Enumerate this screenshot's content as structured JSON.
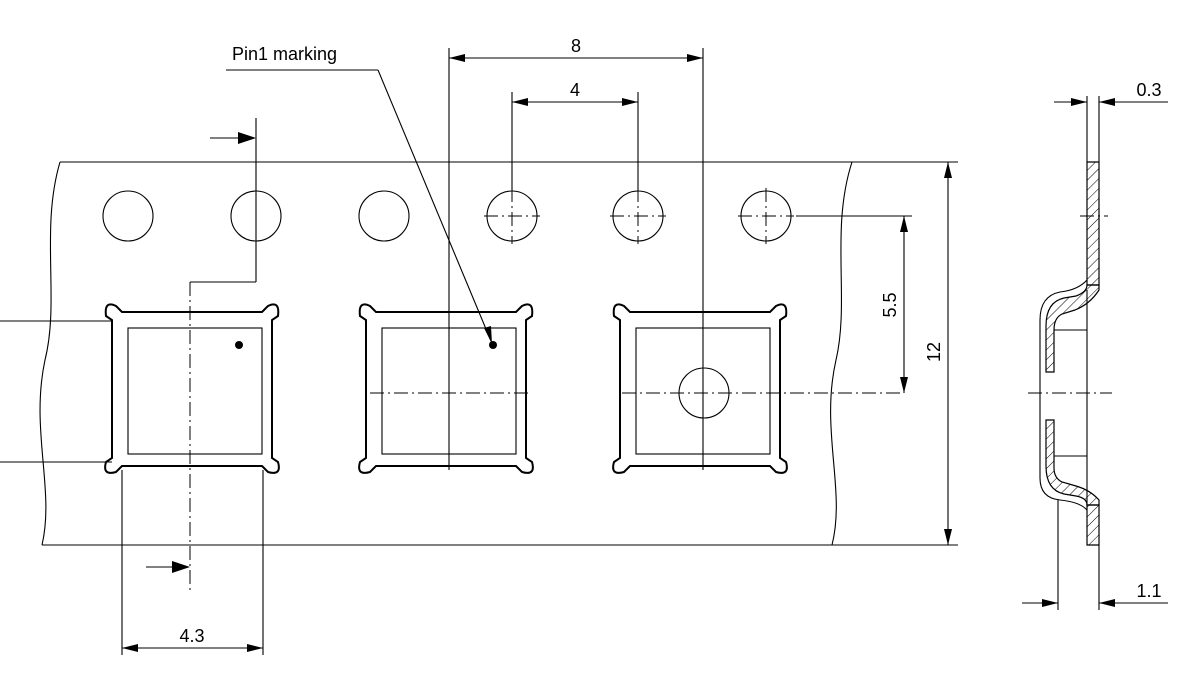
{
  "annotations": {
    "pin1_label": "Pin1 marking"
  },
  "dimensions": {
    "pitch_sprocket": "8",
    "pitch_pocket": "4",
    "pocket_width": "4.3",
    "hole_to_pocket_center": "5.5",
    "tape_width": "12",
    "cover_thickness": "0.3",
    "pocket_depth": "1.1"
  }
}
